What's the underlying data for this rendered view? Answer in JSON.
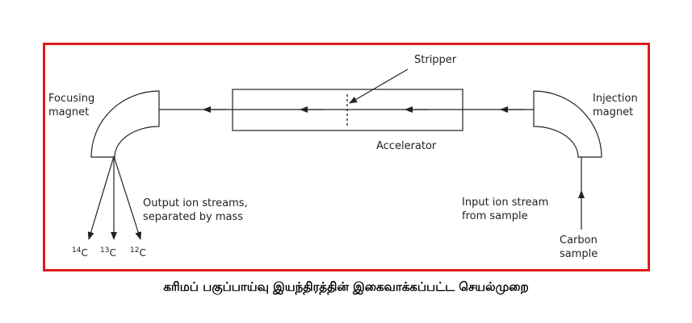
{
  "labels": {
    "stripper": "Stripper",
    "focusing_magnet": "Focusing\nmagnet",
    "injection_magnet": "Injection\nmagnet",
    "accelerator": "Accelerator",
    "output_streams": "Output ion streams,\nseparated by mass",
    "input_stream": "Input ion stream\nfrom sample",
    "carbon_sample": "Carbon\nsample"
  },
  "isotopes": [
    {
      "mass": "14",
      "element": "C"
    },
    {
      "mass": "13",
      "element": "C"
    },
    {
      "mass": "12",
      "element": "C"
    }
  ],
  "caption": "கரிமப் பகுப்பாய்வு இயந்திரத்தின் இகைவாக்கப்பட்ட செயல்முறை",
  "colors": {
    "border": "#e01b1b",
    "line": "#222222"
  }
}
